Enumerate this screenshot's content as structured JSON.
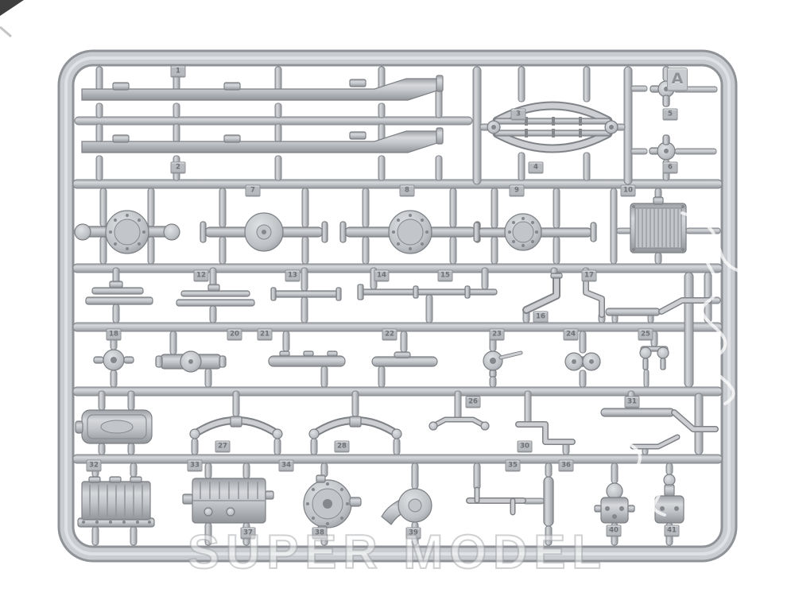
{
  "scene": {
    "type": "photograph of a grey plastic model-kit sprue (parts frame)",
    "background_color": "#ffffff"
  },
  "sprue": {
    "letter": "A",
    "plastic_color": "#c6c9cd",
    "plastic_dark": "#8f9297",
    "plastic_light": "#e2e4e6"
  },
  "part_tags": [
    {
      "n": "1"
    },
    {
      "n": "2"
    },
    {
      "n": "3"
    },
    {
      "n": "4"
    },
    {
      "n": "5"
    },
    {
      "n": "6"
    },
    {
      "n": "7"
    },
    {
      "n": "8"
    },
    {
      "n": "9"
    },
    {
      "n": "10"
    },
    {
      "n": "12"
    },
    {
      "n": "13"
    },
    {
      "n": "14"
    },
    {
      "n": "15"
    },
    {
      "n": "16"
    },
    {
      "n": "17"
    },
    {
      "n": "18"
    },
    {
      "n": "20"
    },
    {
      "n": "21"
    },
    {
      "n": "22"
    },
    {
      "n": "23"
    },
    {
      "n": "24"
    },
    {
      "n": "25"
    },
    {
      "n": "26"
    },
    {
      "n": "27"
    },
    {
      "n": "28"
    },
    {
      "n": "30"
    },
    {
      "n": "31"
    },
    {
      "n": "32"
    },
    {
      "n": "33"
    },
    {
      "n": "34"
    },
    {
      "n": "35"
    },
    {
      "n": "36"
    },
    {
      "n": "37"
    },
    {
      "n": "38"
    },
    {
      "n": "39"
    },
    {
      "n": "40"
    },
    {
      "n": "41"
    }
  ],
  "watermark": {
    "text": "SUPER MODEL"
  }
}
